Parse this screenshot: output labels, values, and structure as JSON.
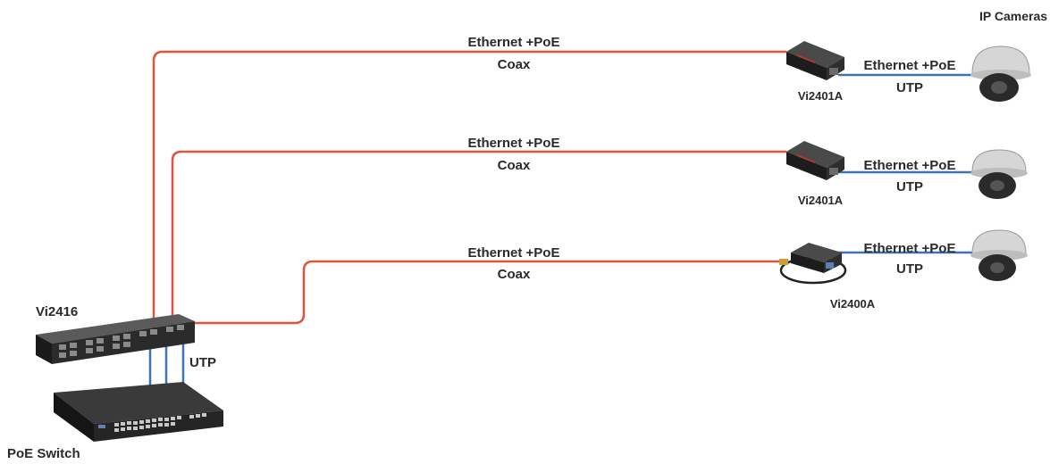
{
  "header": {
    "cameras_title": "IP Cameras"
  },
  "devices": {
    "hub": "Vi2416",
    "switch": "PoE Switch",
    "receivers": [
      "Vi2401A",
      "Vi2401A",
      "Vi2400A"
    ]
  },
  "links": {
    "coax": [
      {
        "line1": "Ethernet +PoE",
        "line2": "Coax"
      },
      {
        "line1": "Ethernet +PoE",
        "line2": "Coax"
      },
      {
        "line1": "Ethernet +PoE",
        "line2": "Coax"
      }
    ],
    "camera": [
      {
        "line1": "Ethernet +PoE",
        "line2": "UTP"
      },
      {
        "line1": "Ethernet +PoE",
        "line2": "UTP"
      },
      {
        "line1": "Ethernet +PoE",
        "line2": "UTP"
      }
    ],
    "switch_uplink": "UTP"
  },
  "colors": {
    "coax": "#e0543a",
    "utp": "#3c73b4",
    "text": "#2a2a2a"
  }
}
